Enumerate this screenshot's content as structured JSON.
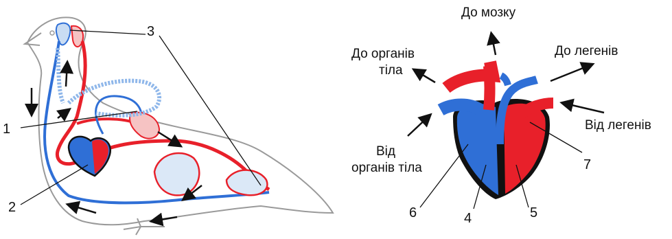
{
  "bird_labels": {
    "n1": "1",
    "n2": "2",
    "n3": "3"
  },
  "heart_labels": {
    "to_brain": "До мозку",
    "to_organs_line1": "До органів",
    "to_organs_line2": "тіла",
    "to_lungs": "До легенів",
    "from_lungs": "Від легенів",
    "from_organs_line1": "Від",
    "from_organs_line2": "органів тіла",
    "n4": "4",
    "n5": "5",
    "n6": "6",
    "n7": "7"
  },
  "colors": {
    "arterial": "#e8202a",
    "venous": "#2f6fd6",
    "venous_light": "#8fb7ea",
    "outline": "#9a9a9a",
    "dark": "#111111"
  }
}
